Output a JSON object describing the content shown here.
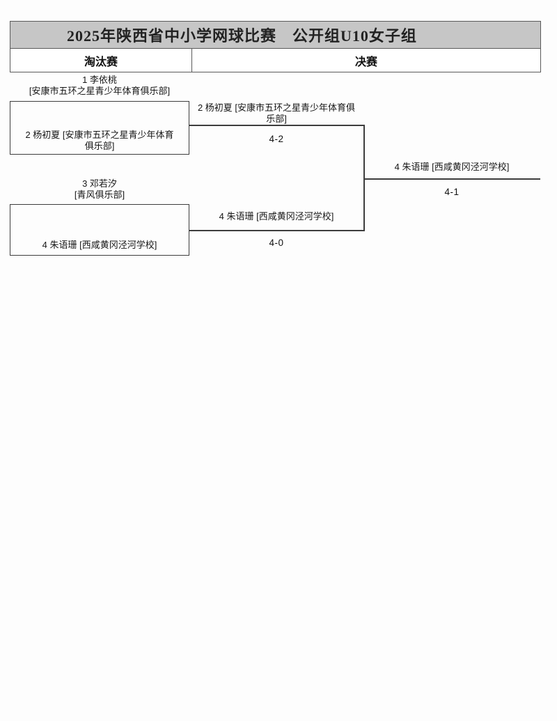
{
  "title": "2025年陕西省中小学网球比赛　公开组U10女子组",
  "headers": {
    "knockout": "淘汰赛",
    "final": "决赛"
  },
  "bracket": {
    "match1": {
      "top_seed_name": "1 李依桃",
      "top_club": "[安康市五环之星青少年体育俱乐部]",
      "bottom": "2 杨初夏 [安康市五环之星青少年体育俱乐部]",
      "winner": "2 杨初夏 [安康市五环之星青少年体育俱乐部]",
      "score": "4-2"
    },
    "match2": {
      "top_seed_name": "3 邓若汐",
      "top_club": "[青风俱乐部]",
      "bottom": "4 朱语珊 [西咸黄冈泾河学校]",
      "winner": "4 朱语珊 [西咸黄冈泾河学校]",
      "score": "4-0"
    },
    "final": {
      "winner": "4 朱语珊 [西咸黄冈泾河学校]",
      "score": "4-1"
    }
  },
  "colors": {
    "title_bg": "#c6c6c6",
    "border": "#5a5a5a",
    "line": "#3d3d3d"
  }
}
